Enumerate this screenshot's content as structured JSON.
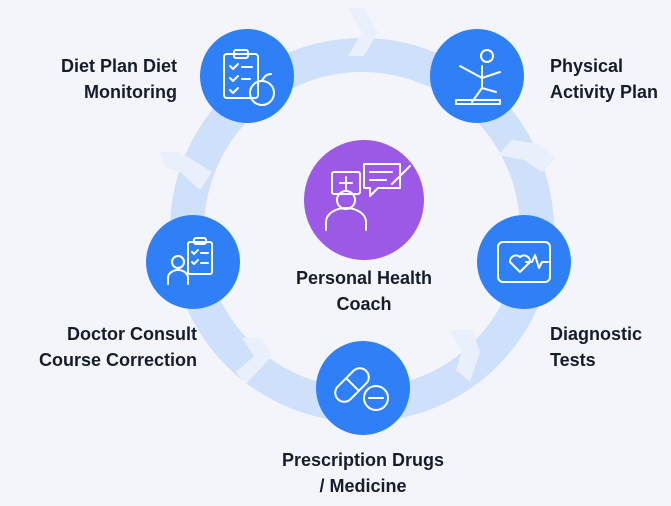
{
  "center": {
    "lines": [
      "Personal Health",
      "Coach"
    ],
    "icon": "doctor-chat-icon"
  },
  "nodes": [
    {
      "id": "diet",
      "lines": [
        "Diet Plan Diet",
        "Monitoring"
      ],
      "icon": "clipboard-apple-icon"
    },
    {
      "id": "physical",
      "lines": [
        "Physical",
        "Activity Plan"
      ],
      "icon": "yoga-pose-icon"
    },
    {
      "id": "diagnostic",
      "lines": [
        "Diagnostic",
        "Tests"
      ],
      "icon": "heart-monitor-icon"
    },
    {
      "id": "prescription",
      "lines": [
        "Prescription Drugs",
        "/ Medicine"
      ],
      "icon": "pills-icon"
    },
    {
      "id": "doctor",
      "lines": [
        "Doctor Consult",
        "Course Correction"
      ],
      "icon": "doctor-clipboard-icon"
    }
  ],
  "colors": {
    "node": "#2f80f6",
    "center": "#9b59e6",
    "ring": "#cfe0fb",
    "text": "#161c2b",
    "background": "#f3f5fa"
  }
}
